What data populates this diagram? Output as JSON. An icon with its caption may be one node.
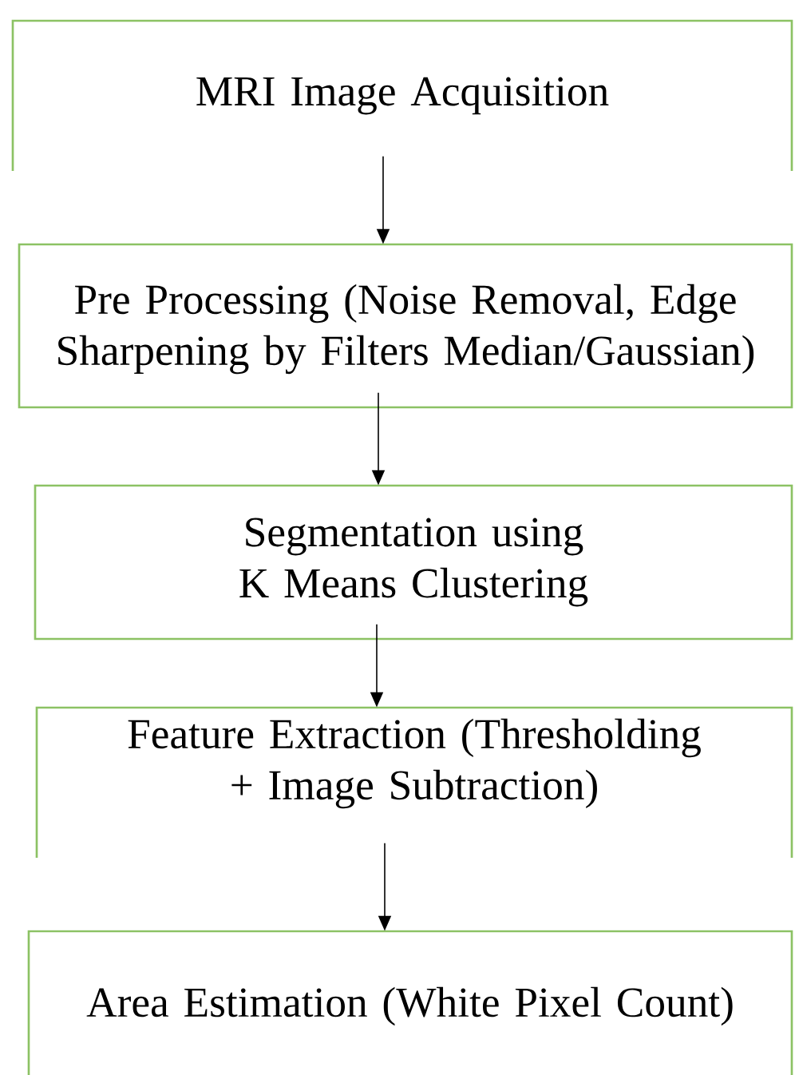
{
  "diagram": {
    "nodes": [
      {
        "text": [
          "MRI Image Acquisition"
        ]
      },
      {
        "text": [
          "Pre Processing (Noise Removal, Edge Sharpening by Filters Median/Gaussian)"
        ]
      },
      {
        "text": [
          "Segmentation using K Means Clustering"
        ]
      },
      {
        "text": [
          "Feature Extraction (Thresholding + Image Subtraction)"
        ]
      },
      {
        "text": [
          "Area Estimation (White Pixel Count)"
        ]
      }
    ],
    "edges": [
      {
        "from": 0,
        "to": 1,
        "arrow": "to"
      },
      {
        "from": 1,
        "to": 2,
        "arrow": "to"
      },
      {
        "from": 2,
        "to": 3,
        "arrow": "to"
      },
      {
        "from": 3,
        "to": 4,
        "arrow": "to"
      }
    ]
  }
}
